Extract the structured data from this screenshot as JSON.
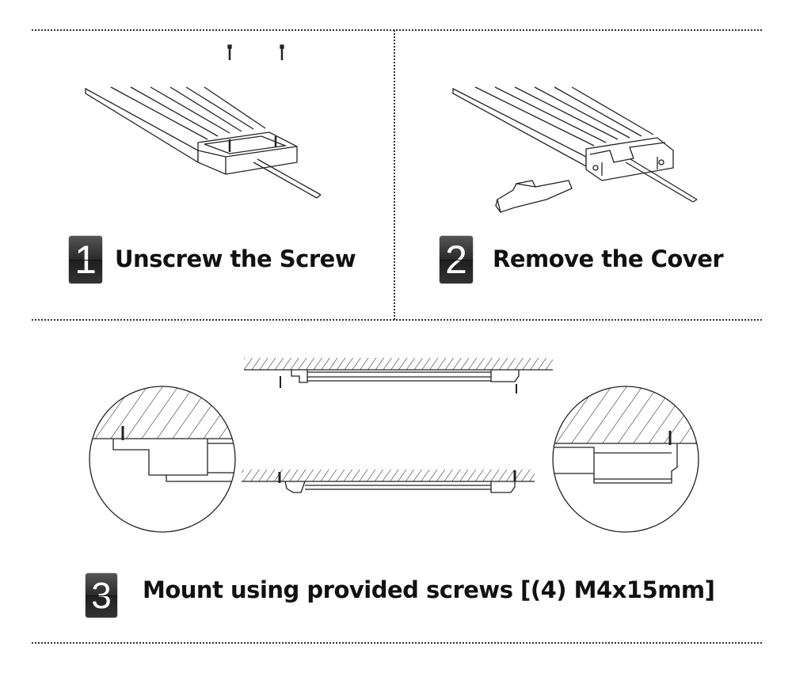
{
  "steps": [
    {
      "number": "1",
      "title": "Unscrew the Screw"
    },
    {
      "number": "2",
      "title": "Remove the Cover"
    },
    {
      "number": "3",
      "title": "Mount using provided screws [(4) M4x15mm]"
    }
  ],
  "colors": {
    "badge": "#2a2a2a",
    "line": "#222222"
  }
}
